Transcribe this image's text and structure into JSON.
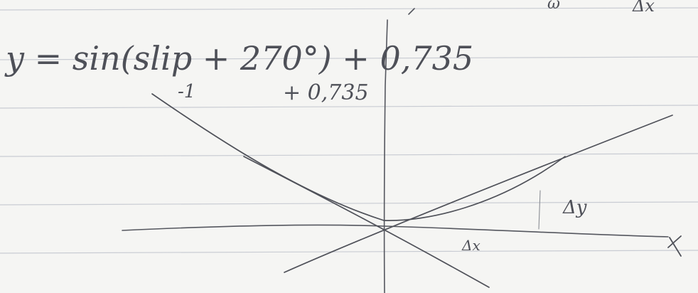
{
  "note": {
    "formula": "y = sin(slip + 270°) + 0,735",
    "annotation_minus": "-1",
    "annotation_plus": "+ 0,735",
    "label_dx": "Δx",
    "label_dy": "Δy",
    "axis_x_label": "x",
    "top_fragment_left": "ω",
    "top_fragment_right": "Δx"
  },
  "colors": {
    "paper": "#f5f5f3",
    "rule_line": "#c9ccd3",
    "pencil": "#55575f"
  }
}
